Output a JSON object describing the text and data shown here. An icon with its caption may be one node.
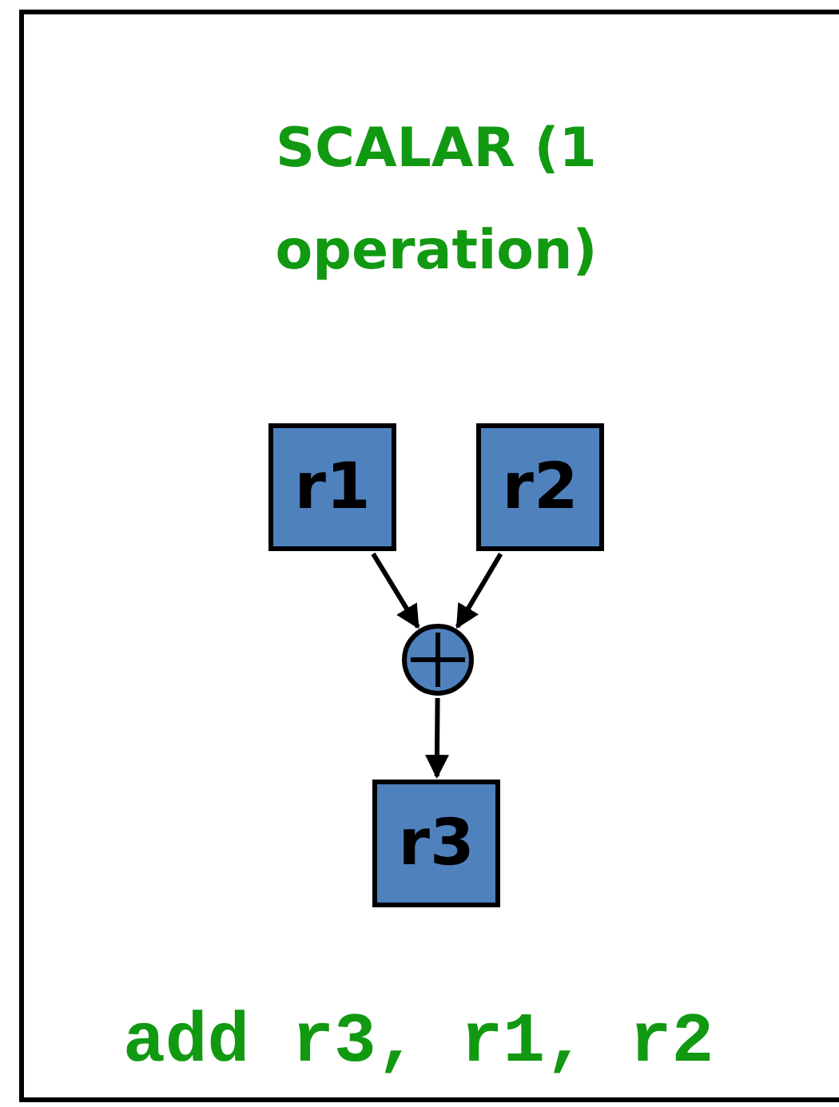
{
  "diagram": {
    "nodes": [
      {
        "text": [
          "SCALAR (1 operation)",
          "add r3, r1, r2"
        ]
      },
      {
        "text": [
          "r1"
        ],
        "in": 0
      },
      {
        "text": [
          "r2"
        ],
        "in": 0
      },
      {
        "text": [],
        "shape": "circle",
        "in": 0
      },
      {
        "text": [
          "r3"
        ],
        "in": 0
      }
    ],
    "edges": [
      {
        "from": 1,
        "to": 3,
        "arrow": "to"
      },
      {
        "from": 2,
        "to": 3,
        "arrow": "to"
      },
      {
        "from": 3,
        "to": 4,
        "arrow": "to"
      }
    ]
  }
}
